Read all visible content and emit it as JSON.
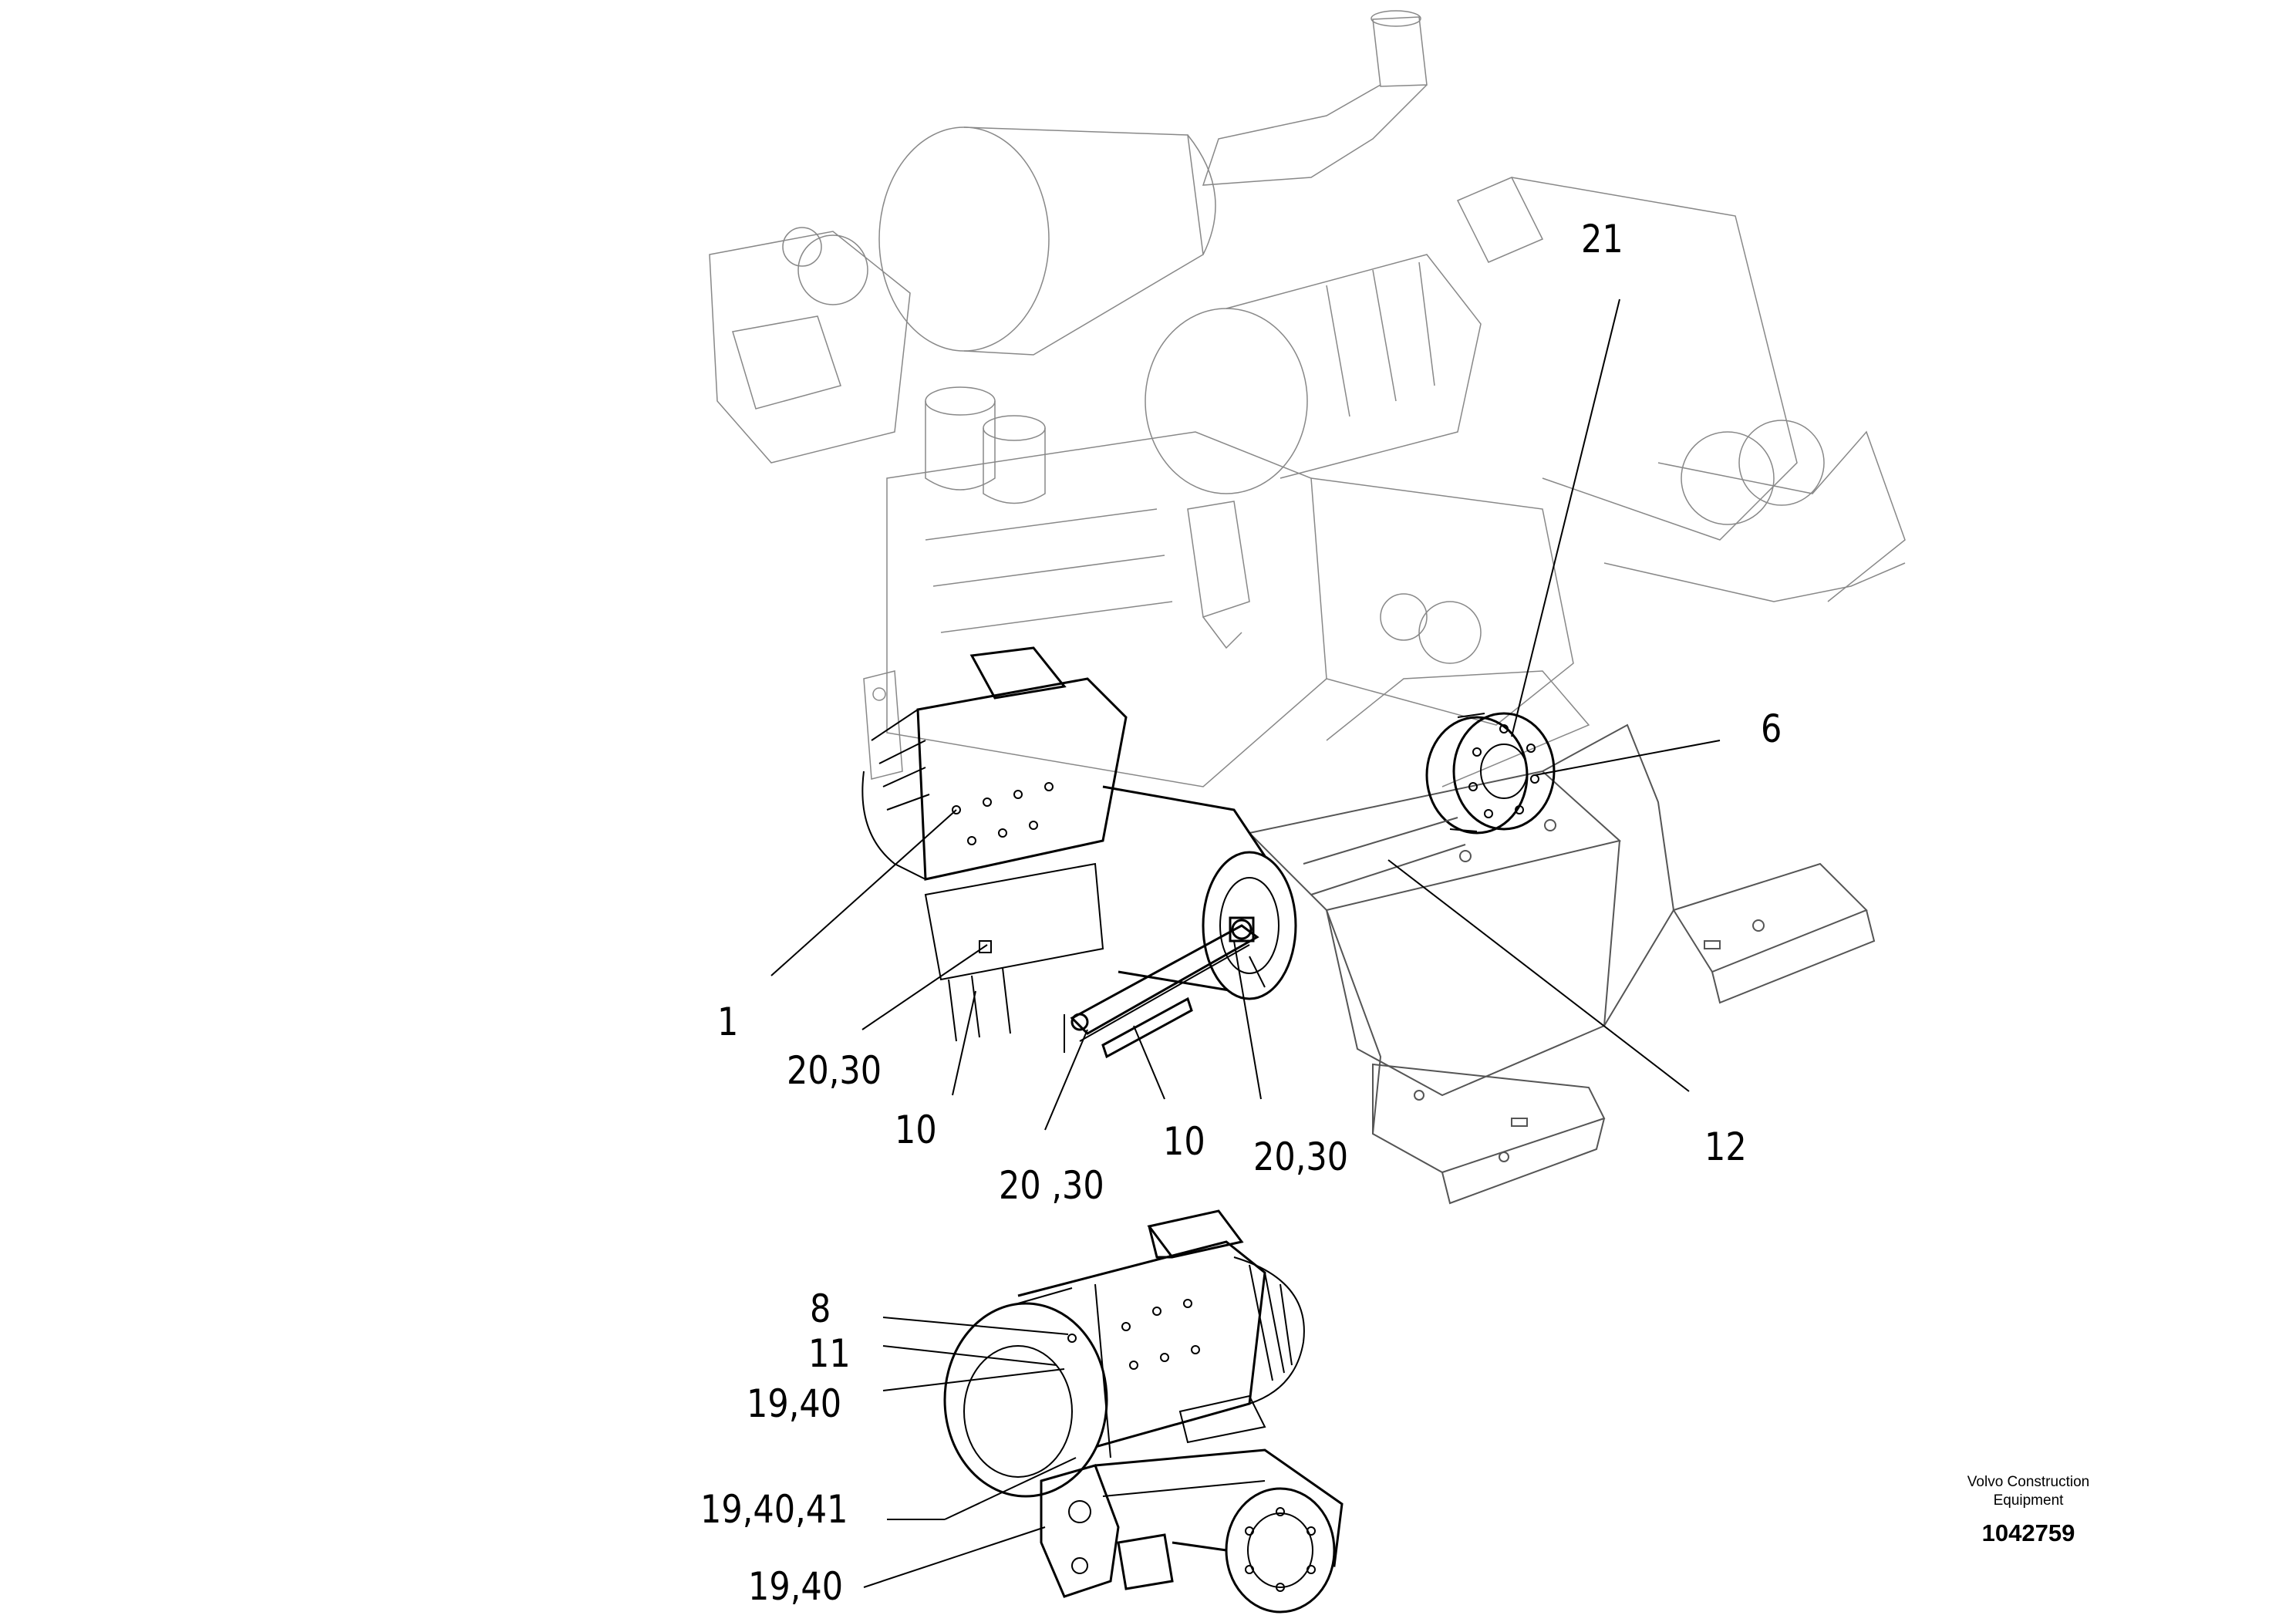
{
  "callouts": {
    "c21": "21",
    "c6": "6",
    "c1": "1",
    "c12": "12",
    "c2030_left": "20,30",
    "c10_left": "10",
    "c10_mid": "10",
    "c2030_right": "20,30",
    "c2030_mid": "20 ,30",
    "c8": "8",
    "c11": "11",
    "c1940_a": "19,40",
    "c194041": "19,40,41",
    "c1940_b": "19,40"
  },
  "caption": {
    "brand_line1": "Volvo Construction",
    "brand_line2": "Equipment",
    "doc_number": "1042759"
  }
}
